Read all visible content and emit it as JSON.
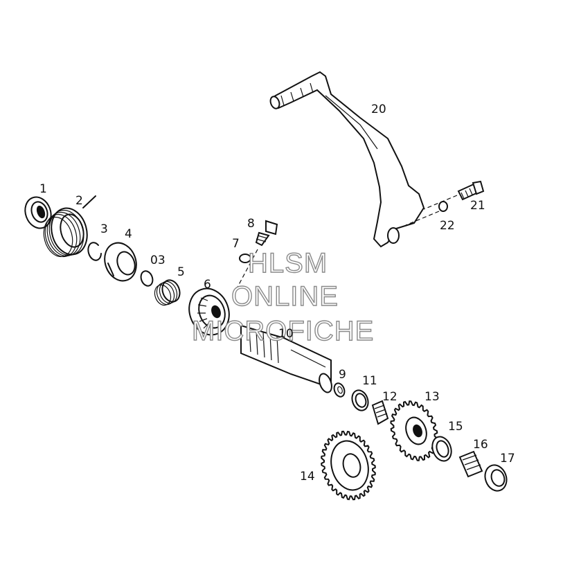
{
  "diagram": {
    "watermark": [
      "HLSM",
      "ONLINE",
      "MICROFICHE"
    ],
    "labels": [
      "1",
      "2",
      "3",
      "4",
      "03",
      "5",
      "6",
      "7",
      "8",
      "10",
      "9",
      "11",
      "12",
      "13",
      "15",
      "16",
      "17",
      "14",
      "20",
      "21",
      "22"
    ]
  }
}
